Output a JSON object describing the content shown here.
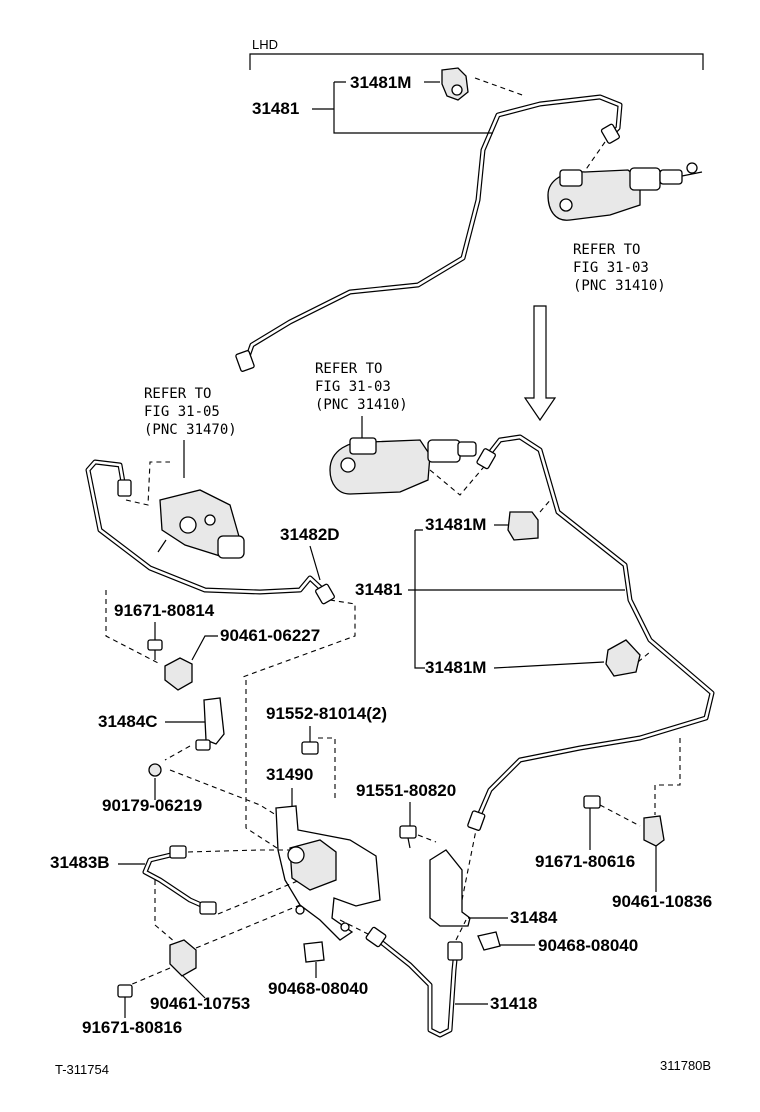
{
  "diagram": {
    "region_label": "LHD",
    "refs": {
      "top": {
        "line1": "REFER TO",
        "line2": "FIG 31-03",
        "line3": "(PNC 31410)"
      },
      "mid_left": {
        "line1": "REFER TO",
        "line2": "FIG 31-05",
        "line3": "(PNC 31470)"
      },
      "mid_center": {
        "line1": "REFER TO",
        "line2": "FIG 31-03",
        "line3": "(PNC 31410)"
      }
    },
    "labels": {
      "p31481m_top": "31481M",
      "p31481_top": "31481",
      "p31482d": "31482D",
      "p31481m_mid": "31481M",
      "p31481_mid": "31481",
      "p31481m_low": "31481M",
      "p91671_80814": "91671-80814",
      "p90461_06227": "90461-06227",
      "p31484c": "31484C",
      "p91552_81014": "91552-81014(2)",
      "p31490": "31490",
      "p90179_06219": "90179-06219",
      "p91551_80820": "91551-80820",
      "p91671_80616": "91671-80616",
      "p31483b": "31483B",
      "p90461_10836": "90461-10836",
      "p31484": "31484",
      "p90468_08040_r": "90468-08040",
      "p90461_10753": "90461-10753",
      "p90468_08040_c": "90468-08040",
      "p31418": "31418",
      "p91671_80816": "91671-80816"
    },
    "footer": {
      "left_code": "T-311754",
      "right_code": "311780B"
    }
  }
}
